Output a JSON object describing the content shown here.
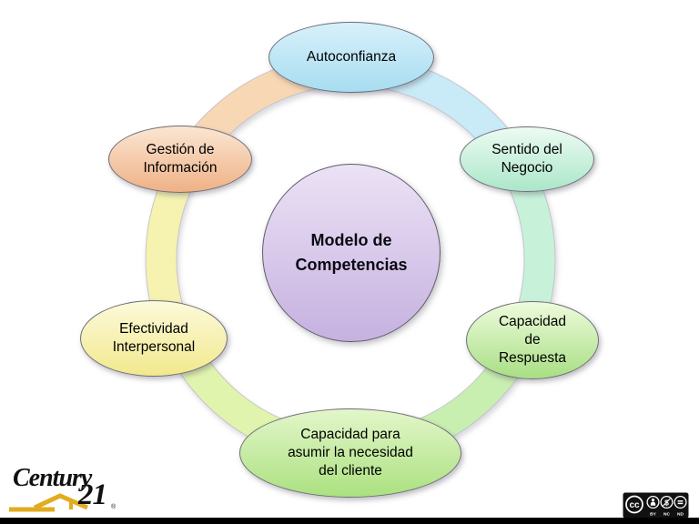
{
  "diagram": {
    "center": {
      "id": "modelo-de-competencias",
      "lines": [
        "Modelo de",
        "Competencias"
      ],
      "fill_top": "#ece2f5",
      "fill_bottom": "#c6b1e0"
    },
    "nodes": [
      {
        "id": "autoconfianza",
        "lines": [
          "Autoconfianza"
        ],
        "fill_top": "#d8f0fa",
        "fill_bottom": "#a7ddf1"
      },
      {
        "id": "sentido-del-negocio",
        "lines": [
          "Sentido del",
          "Negocio"
        ],
        "fill_top": "#edfbf3",
        "fill_bottom": "#abe7c9"
      },
      {
        "id": "capacidad-de-respuesta",
        "lines": [
          "Capacidad",
          "de",
          "Respuesta"
        ],
        "fill_top": "#eefbdc",
        "fill_bottom": "#a8df84"
      },
      {
        "id": "capacidad-cliente",
        "lines": [
          "Capacidad para",
          "asumir la necesidad",
          "del cliente"
        ],
        "fill_top": "#e3f6ca",
        "fill_bottom": "#abe180"
      },
      {
        "id": "efectividad-interpersonal",
        "lines": [
          "Efectividad",
          "Interpersonal"
        ],
        "fill_top": "#fcfadb",
        "fill_bottom": "#f2e88d"
      },
      {
        "id": "gestion-de-informacion",
        "lines": [
          "Gestión de",
          "Información"
        ],
        "fill_top": "#fbe6d3",
        "fill_bottom": "#efb186"
      }
    ],
    "ring_colors": {
      "top_left_orange": "#f8d7b4",
      "top_right_blue": "#c9eaf7",
      "right_mint": "#c8f1da",
      "bottom_right_green": "#c8efb0",
      "bottom_left_yellow_green": "#e0f4ae",
      "left_yellow": "#f6f2b0"
    }
  },
  "footer": {
    "logo": {
      "word": "Century",
      "number": "21",
      "reg": "®",
      "gold": "#e2ac1f"
    },
    "cc_badge": {
      "cc": "cc",
      "labels": [
        "BY",
        "NC",
        "ND"
      ],
      "bg": "#111111"
    }
  },
  "misc": {
    "letterbox_color": "#000000"
  }
}
